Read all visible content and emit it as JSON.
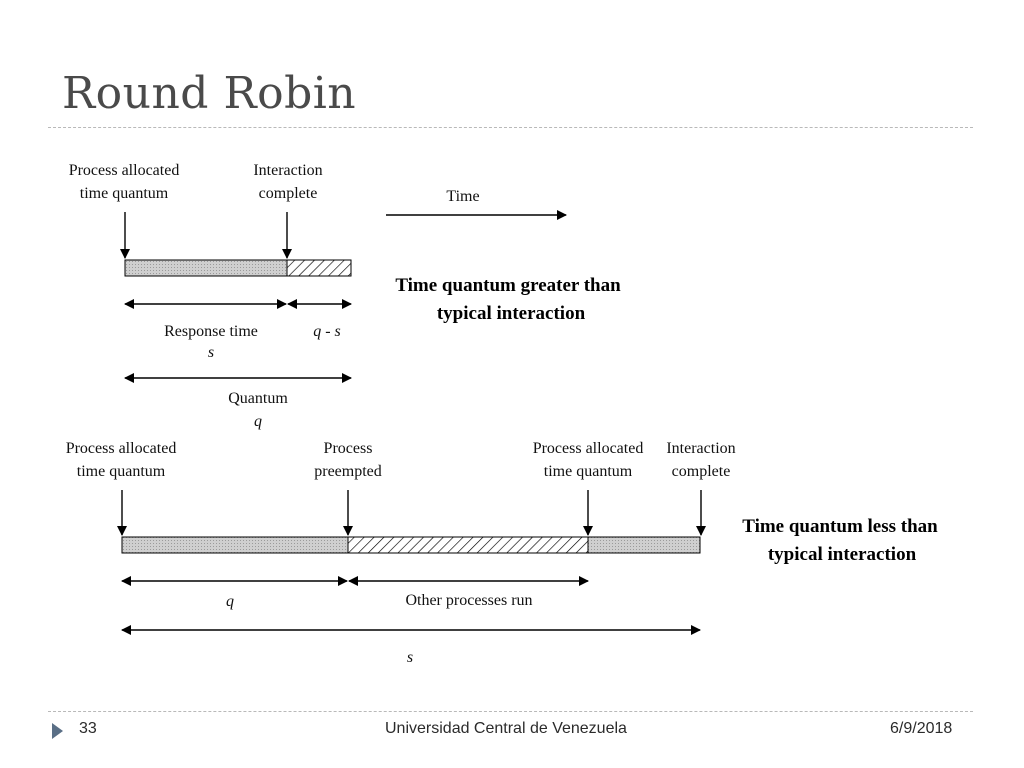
{
  "slide": {
    "title": "Round Robin"
  },
  "diagram_top": {
    "label_alloc_1": "Process allocated",
    "label_alloc_2": "time quantum",
    "label_inter_1": "Interaction",
    "label_inter_2": "complete",
    "time_label": "Time",
    "response_time": "Response time",
    "s": "s",
    "q_minus_s": "q - s",
    "quantum": "Quantum",
    "q": "q",
    "caption_1": "Time quantum greater than",
    "caption_2": "typical interaction"
  },
  "diagram_bottom": {
    "label_alloc_1": "Process allocated",
    "label_alloc_2": "time quantum",
    "label_preempt_1": "Process",
    "label_preempt_2": "preempted",
    "label_alloc2_1": "Process allocated",
    "label_alloc2_2": "time quantum",
    "label_inter_1": "Interaction",
    "label_inter_2": "complete",
    "q": "q",
    "other_processes": "Other processes run",
    "s": "s",
    "caption_1": "Time quantum less than",
    "caption_2": "typical interaction"
  },
  "footer": {
    "page": "33",
    "institution": "Universidad Central de Venezuela",
    "date": "6/9/2018"
  },
  "colors": {
    "title": "#4a4a4a",
    "bar_fill": "#c8c8c8",
    "rule": "#b9b9b9",
    "bullet": "#5a6f86"
  }
}
